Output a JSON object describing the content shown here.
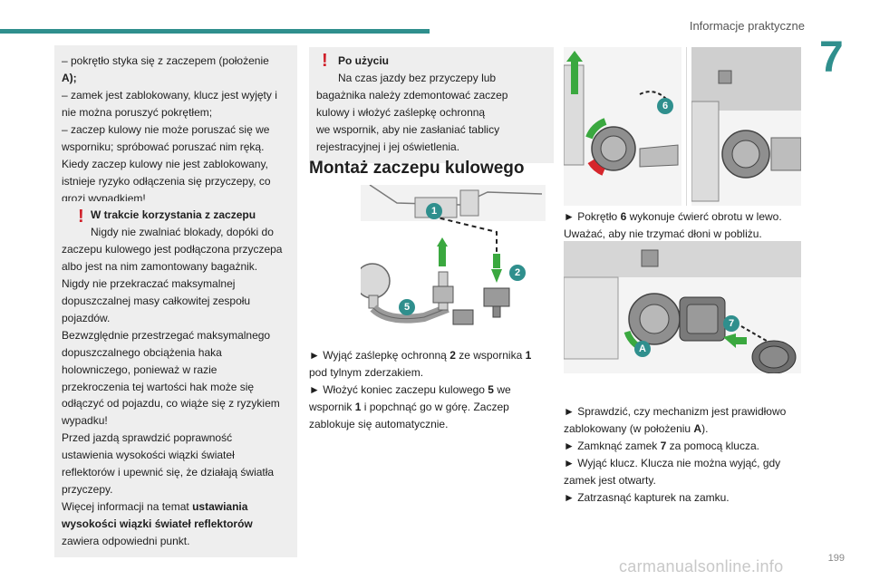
{
  "header": {
    "section_title": "Informacje praktyczne",
    "chapter_number": "7"
  },
  "footer": {
    "page_number": "199",
    "watermark": "carmanualsonline.info"
  },
  "box_a": {
    "lines": [
      "– pokrętło styka się z zaczepem (położenie",
      "A);",
      "– zamek jest zablokowany, klucz jest wyjęty i",
      "nie można poruszyć pokrętłem;",
      "– zaczep kulowy nie może poruszać się we",
      "wsporniku; spróbować poruszać nim ręką.",
      "Kiedy zaczep kulowy nie jest zablokowany,",
      "istnieje ryzyko odłączenia się przyczepy, co",
      "grozi wypadkiem!"
    ]
  },
  "box_b": {
    "title": "W trakcie korzystania z zaczepu",
    "line1": "Nigdy nie zwalniać blokady, dopóki do",
    "lines": [
      "zaczepu kulowego jest podłączona przyczepa",
      "albo jest na nim zamontowany bagażnik.",
      "Nigdy nie przekraczać maksymalnej",
      "dopuszczalnej masy całkowitej zespołu",
      "pojazdów.",
      "Bezwzględnie przestrzegać maksymalnego",
      "dopuszczalnego obciążenia haka",
      "holowniczego, ponieważ w razie",
      "przekroczenia tej wartości hak może się",
      "odłączyć od pojazdu, co wiąże się z ryzykiem",
      "wypadku!",
      "Przed jazdą sprawdzić poprawność",
      "ustawienia wysokości wiązki świateł",
      "reflektorów i upewnić się, że działają światła",
      "przyczepy.",
      "Więcej informacji na temat"
    ],
    "bold_tail_1": "ustawiania",
    "bold_tail_2": "wysokości wiązki świateł reflektorów",
    "end": "zawiera odpowiedni punkt."
  },
  "box_c": {
    "title": "Po użyciu",
    "line1": "Na czas jazdy bez przyczepy lub",
    "lines": [
      "bagażnika należy zdemontować zaczep",
      "kulowy i włożyć zaślepkę ochronną",
      "we wspornik, aby nie zasłaniać tablicy",
      "rejestracyjnej i jej oświetlenia."
    ]
  },
  "heading": "Montaż zaczepu kulowego",
  "steps1": {
    "s1_a": "► Wyjąć zaślepkę ochronną ",
    "s1_b": "2",
    "s1_c": " ze wspornika ",
    "s1_d": "1",
    "s1_e": "pod tylnym zderzakiem.",
    "s2_a": "► Włożyć koniec zaczepu kulowego ",
    "s2_b": "5",
    "s2_c": " we",
    "s2_d": "wspornik ",
    "s2_e": "1",
    "s2_f": " i popchnąć go w górę. Zaczep",
    "s2_g": "zablokuje się automatycznie."
  },
  "steps2": {
    "a": "► Pokrętło ",
    "b": "6",
    "c": " wykonuje ćwierć obrotu w lewo.",
    "d": "Uważać, aby nie trzymać dłoni w pobliżu."
  },
  "steps3": {
    "l1": "► Sprawdzić, czy mechanizm jest prawidłowo",
    "l2a": "zablokowany (w położeniu ",
    "l2b": "A",
    "l2c": ").",
    "l3a": "► Zamknąć zamek ",
    "l3b": "7",
    "l3c": " za pomocą klucza.",
    "l4": "► Wyjąć klucz. Klucza nie można wyjąć, gdy",
    "l5": "zamek jest otwarty.",
    "l6": "► Zatrzasnąć kapturek na zamku."
  },
  "markers": {
    "m1": "1",
    "m2": "2",
    "m5": "5",
    "m6": "6",
    "m7": "7",
    "mA": "A"
  },
  "colors": {
    "accent": "#2f8f8d",
    "alert": "#d0202a",
    "arrow_green": "#3aa83f",
    "arrow_red": "#d6262c",
    "box_bg": "#eeeeee"
  }
}
